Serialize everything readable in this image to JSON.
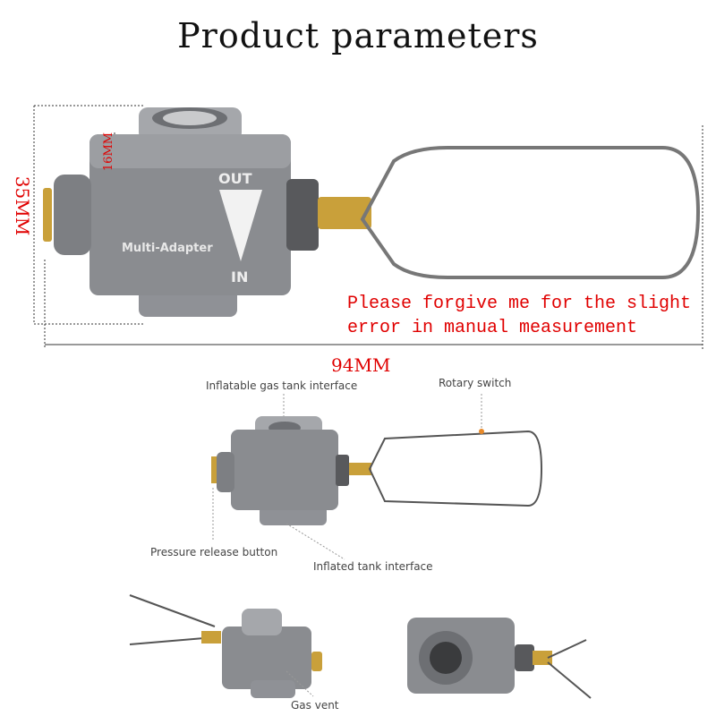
{
  "title": "Product parameters",
  "dimensions": {
    "height": "35MM",
    "port": "16MM",
    "length": "94MM"
  },
  "device": {
    "out": "OUT",
    "in": "IN",
    "brand": "Multi-Adapter"
  },
  "note": [
    "Please forgive me for the slight",
    "error in manual measurement"
  ],
  "labels": {
    "top_port": "Inflatable gas tank interface",
    "rotary": "Rotary switch",
    "pressure": "Pressure release button",
    "bottom_port": "Inflated tank interface",
    "vent": "Gas vent"
  },
  "colors": {
    "accent": "#e00000",
    "metal": "#8a8c90",
    "brass": "#c9a03a"
  }
}
